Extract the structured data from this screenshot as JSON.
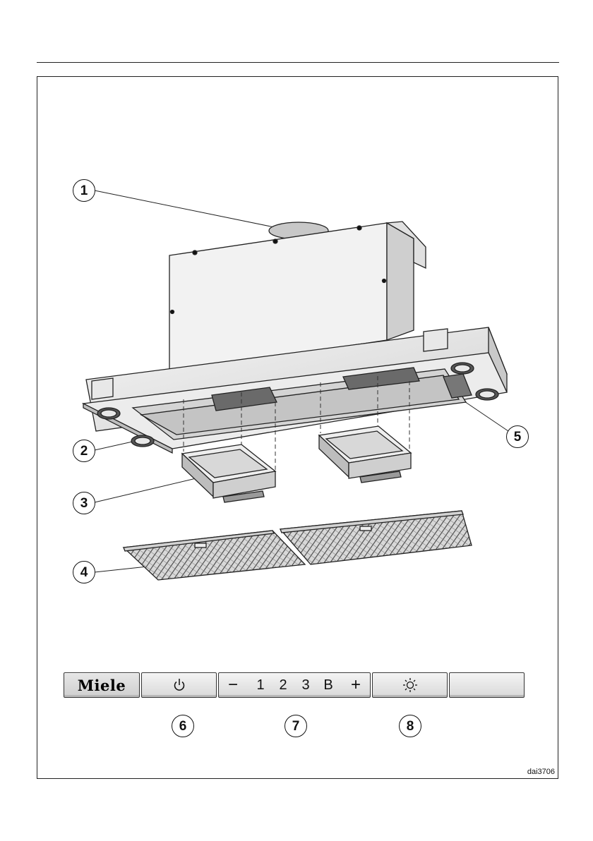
{
  "callouts": {
    "c1": "1",
    "c2": "2",
    "c3": "3",
    "c4": "4",
    "c5": "5",
    "c6": "6",
    "c7": "7",
    "c8": "8"
  },
  "control_panel": {
    "brand_logo": "Miele",
    "power_icon": "power-icon",
    "fan_minus": "−",
    "fan_levels": [
      "1",
      "2",
      "3",
      "B"
    ],
    "fan_plus": "+",
    "light_icon": "light-icon",
    "blank_button": ""
  },
  "figure_code": "dai3706",
  "colors": {
    "line": "#222222",
    "panel_face": "#dcdcdc",
    "filter_mesh": "#555555"
  }
}
